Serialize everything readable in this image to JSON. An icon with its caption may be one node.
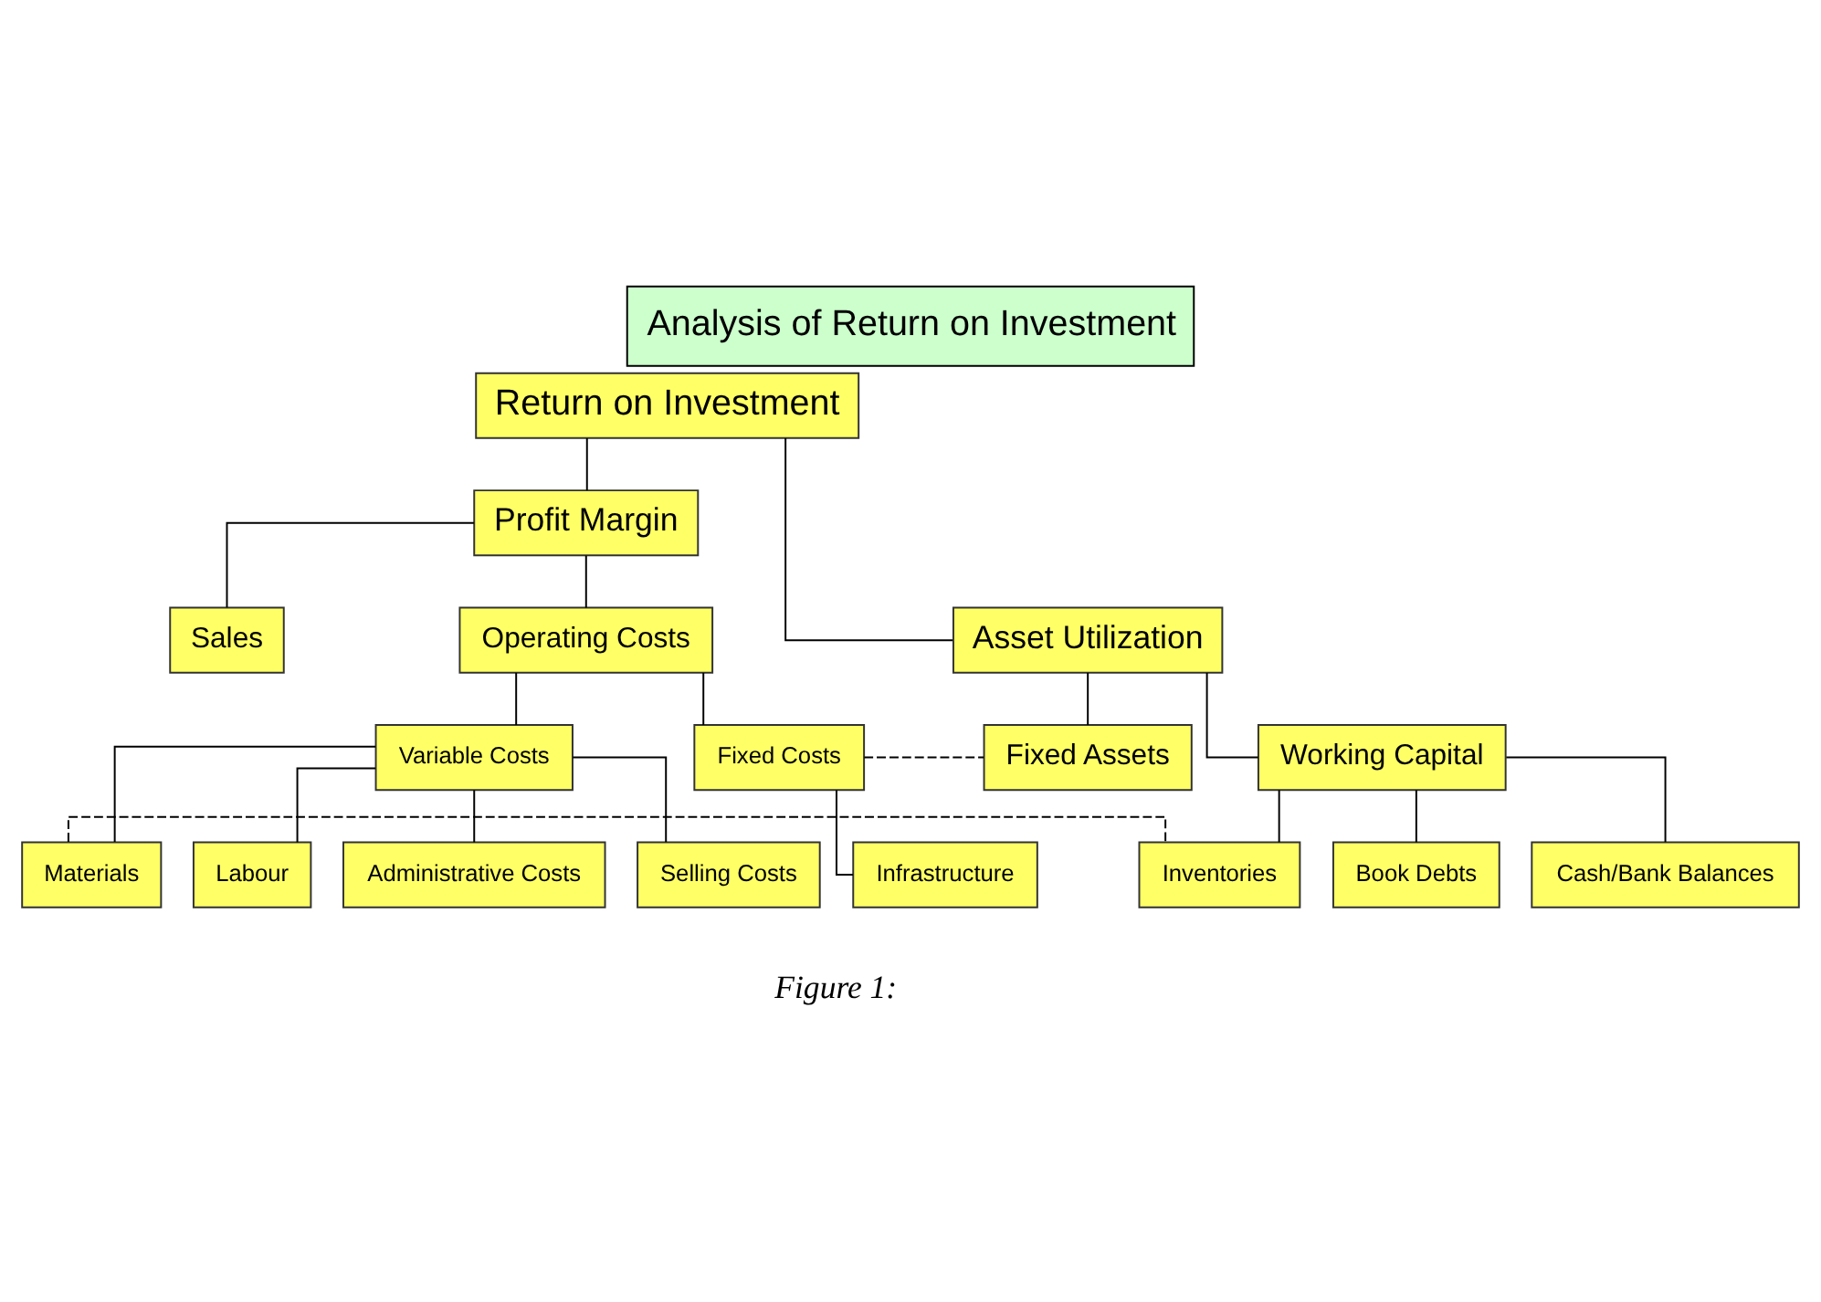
{
  "diagram": {
    "title": "Analysis of Return on Investment",
    "caption": "Figure 1:",
    "nodes": [
      {
        "text": [
          "Return on Investment"
        ]
      },
      {
        "text": [
          "Profit Margin"
        ]
      },
      {
        "text": [
          "Asset Utilization"
        ]
      },
      {
        "text": [
          "Sales"
        ]
      },
      {
        "text": [
          "Operating Costs"
        ]
      },
      {
        "text": [
          "Fixed Assets"
        ]
      },
      {
        "text": [
          "Working Capital"
        ]
      },
      {
        "text": [
          "Variable Costs"
        ]
      },
      {
        "text": [
          "Fixed Costs"
        ]
      },
      {
        "text": [
          "Inventories"
        ]
      },
      {
        "text": [
          "Book Debts"
        ]
      },
      {
        "text": [
          "Cash/Bank Balances"
        ]
      },
      {
        "text": [
          "Materials"
        ]
      },
      {
        "text": [
          "Labour"
        ]
      },
      {
        "text": [
          "Administrative Costs"
        ]
      },
      {
        "text": [
          "Selling Costs"
        ]
      },
      {
        "text": [
          "Infrastructure"
        ]
      }
    ],
    "edges": [
      {
        "from": 0,
        "to": 1,
        "arrow": "none"
      },
      {
        "from": 0,
        "to": 2,
        "arrow": "none"
      },
      {
        "from": 1,
        "to": 3,
        "arrow": "none"
      },
      {
        "from": 1,
        "to": 4,
        "arrow": "none"
      },
      {
        "from": 2,
        "to": 5,
        "arrow": "none"
      },
      {
        "from": 2,
        "to": 6,
        "arrow": "none"
      },
      {
        "from": 4,
        "to": 7,
        "arrow": "none"
      },
      {
        "from": 4,
        "to": 8,
        "arrow": "none"
      },
      {
        "from": 6,
        "to": 9,
        "arrow": "none"
      },
      {
        "from": 6,
        "to": 10,
        "arrow": "none"
      },
      {
        "from": 6,
        "to": 11,
        "arrow": "none"
      },
      {
        "from": 7,
        "to": 12,
        "arrow": "none"
      },
      {
        "from": 7,
        "to": 13,
        "arrow": "none"
      },
      {
        "from": 7,
        "to": 14,
        "arrow": "none"
      },
      {
        "from": 7,
        "to": 15,
        "arrow": "none"
      },
      {
        "from": 8,
        "to": 16,
        "arrow": "none"
      },
      {
        "from": 8,
        "to": 5,
        "arrow": "none",
        "style": "dashed"
      },
      {
        "from": 12,
        "to": 9,
        "arrow": "none",
        "style": "dashed"
      }
    ]
  }
}
